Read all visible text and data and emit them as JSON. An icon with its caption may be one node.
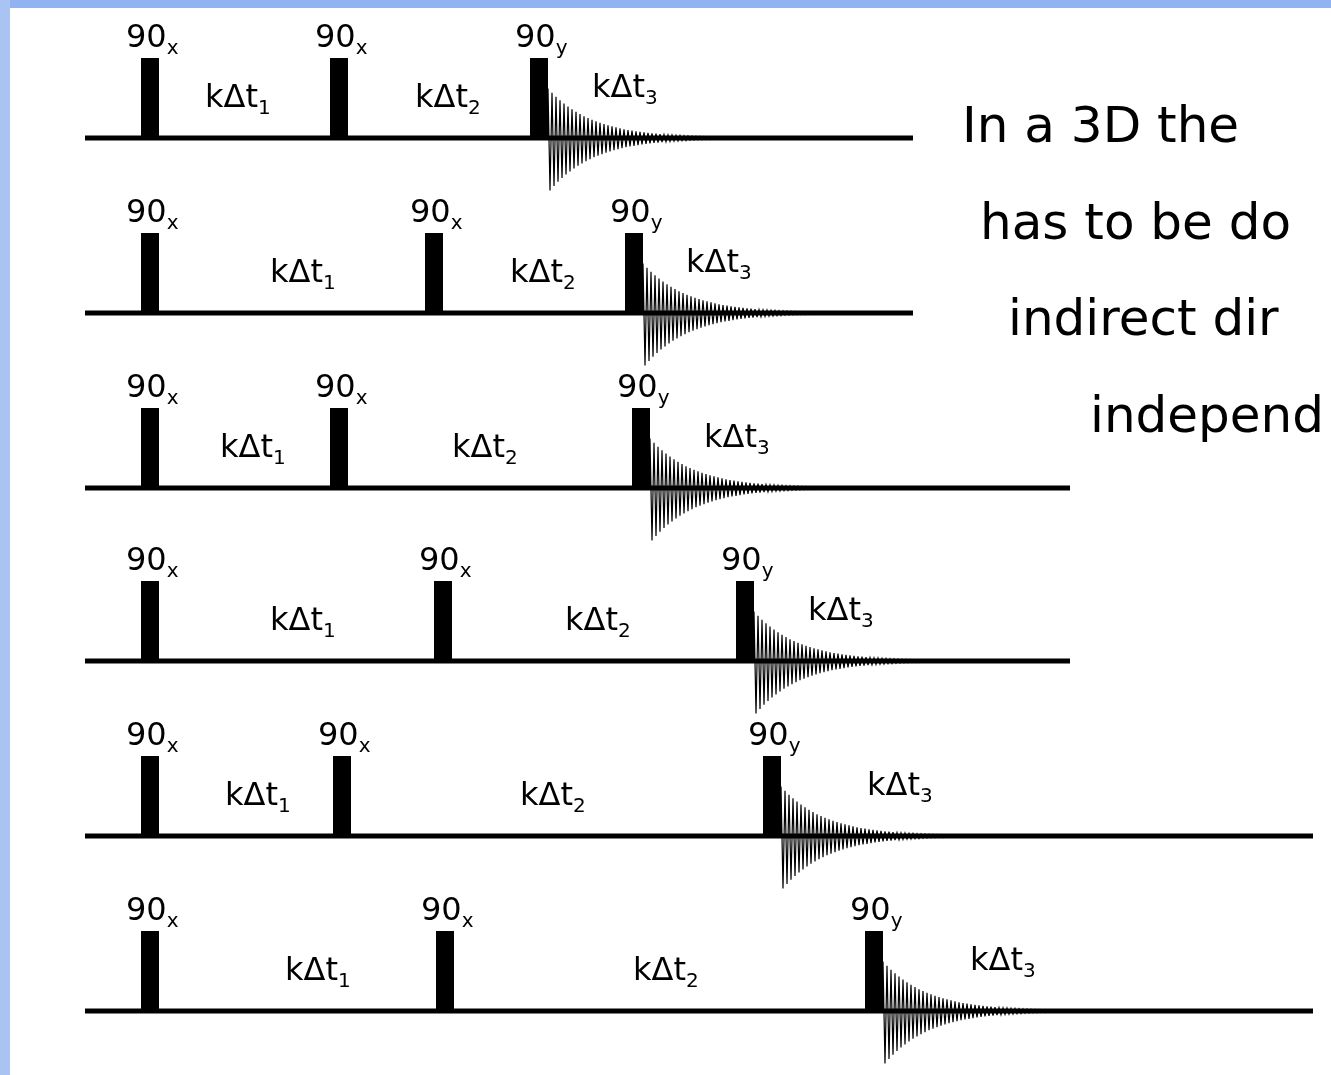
{
  "diagram": {
    "labels": [
      "90$_{x}$",
      "kΔt$_{1}$",
      "90$_{x}$",
      "kΔt$_{2}$",
      "90$_{y}$",
      "kΔt$_{3}$",
      "90$_{x}$",
      "kΔt$_{1}$",
      "90$_{x}$",
      "kΔt$_{2}$",
      "90$_{y}$",
      "kΔt$_{3}$",
      "90$_{x}$",
      "kΔt$_{1}$",
      "90$_{x}$",
      "kΔt$_{2}$",
      "90$_{y}$",
      "kΔt$_{3}$",
      "90$_{x}$",
      "kΔt$_{1}$",
      "90$_{x}$",
      "kΔt$_{2}$",
      "90$_{y}$",
      "kΔt$_{3}$",
      "90$_{x}$",
      "kΔt$_{1}$",
      "90$_{x}$",
      "kΔt$_{2}$",
      "90$_{y}$",
      "kΔt$_{3}$",
      "90$_{x}$",
      "kΔt$_{1}$",
      "90$_{x}$",
      "kΔt$_{2}$",
      "90$_{y}$",
      "kΔt$_{3}$",
      "In a 3D the",
      "has to be do",
      "indirect dir",
      "independ"
    ]
  }
}
